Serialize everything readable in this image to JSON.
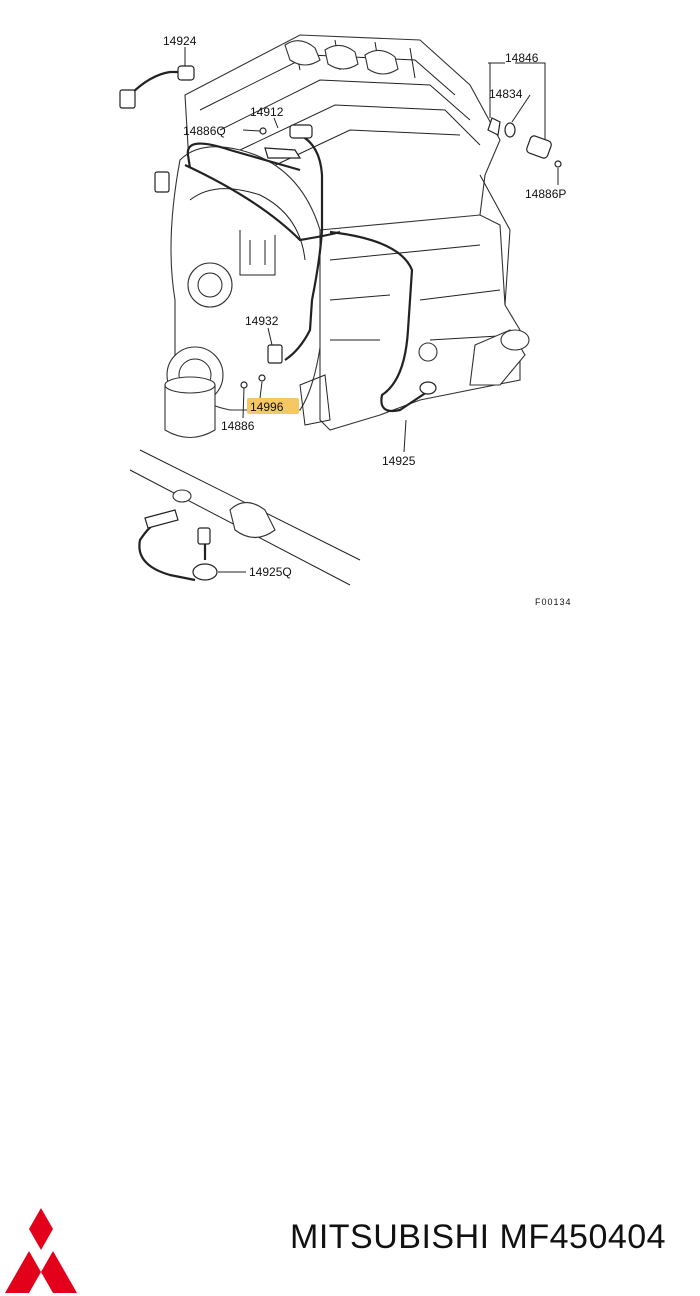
{
  "diagram": {
    "labels": {
      "l14924": "14924",
      "l14846": "14846",
      "l14834": "14834",
      "l14912": "14912",
      "l14886Q": "14886Q",
      "l14886P": "14886P",
      "l14932": "14932",
      "l14996": "14996",
      "l14886": "14886",
      "l14925": "14925",
      "l14925Q": "14925Q"
    },
    "figure_code": "F00134",
    "highlight_color": "#f6c863"
  },
  "footer": {
    "brand": "MITSUBISHI",
    "part_number": "MF450404",
    "logo_color": "#e2001a"
  }
}
